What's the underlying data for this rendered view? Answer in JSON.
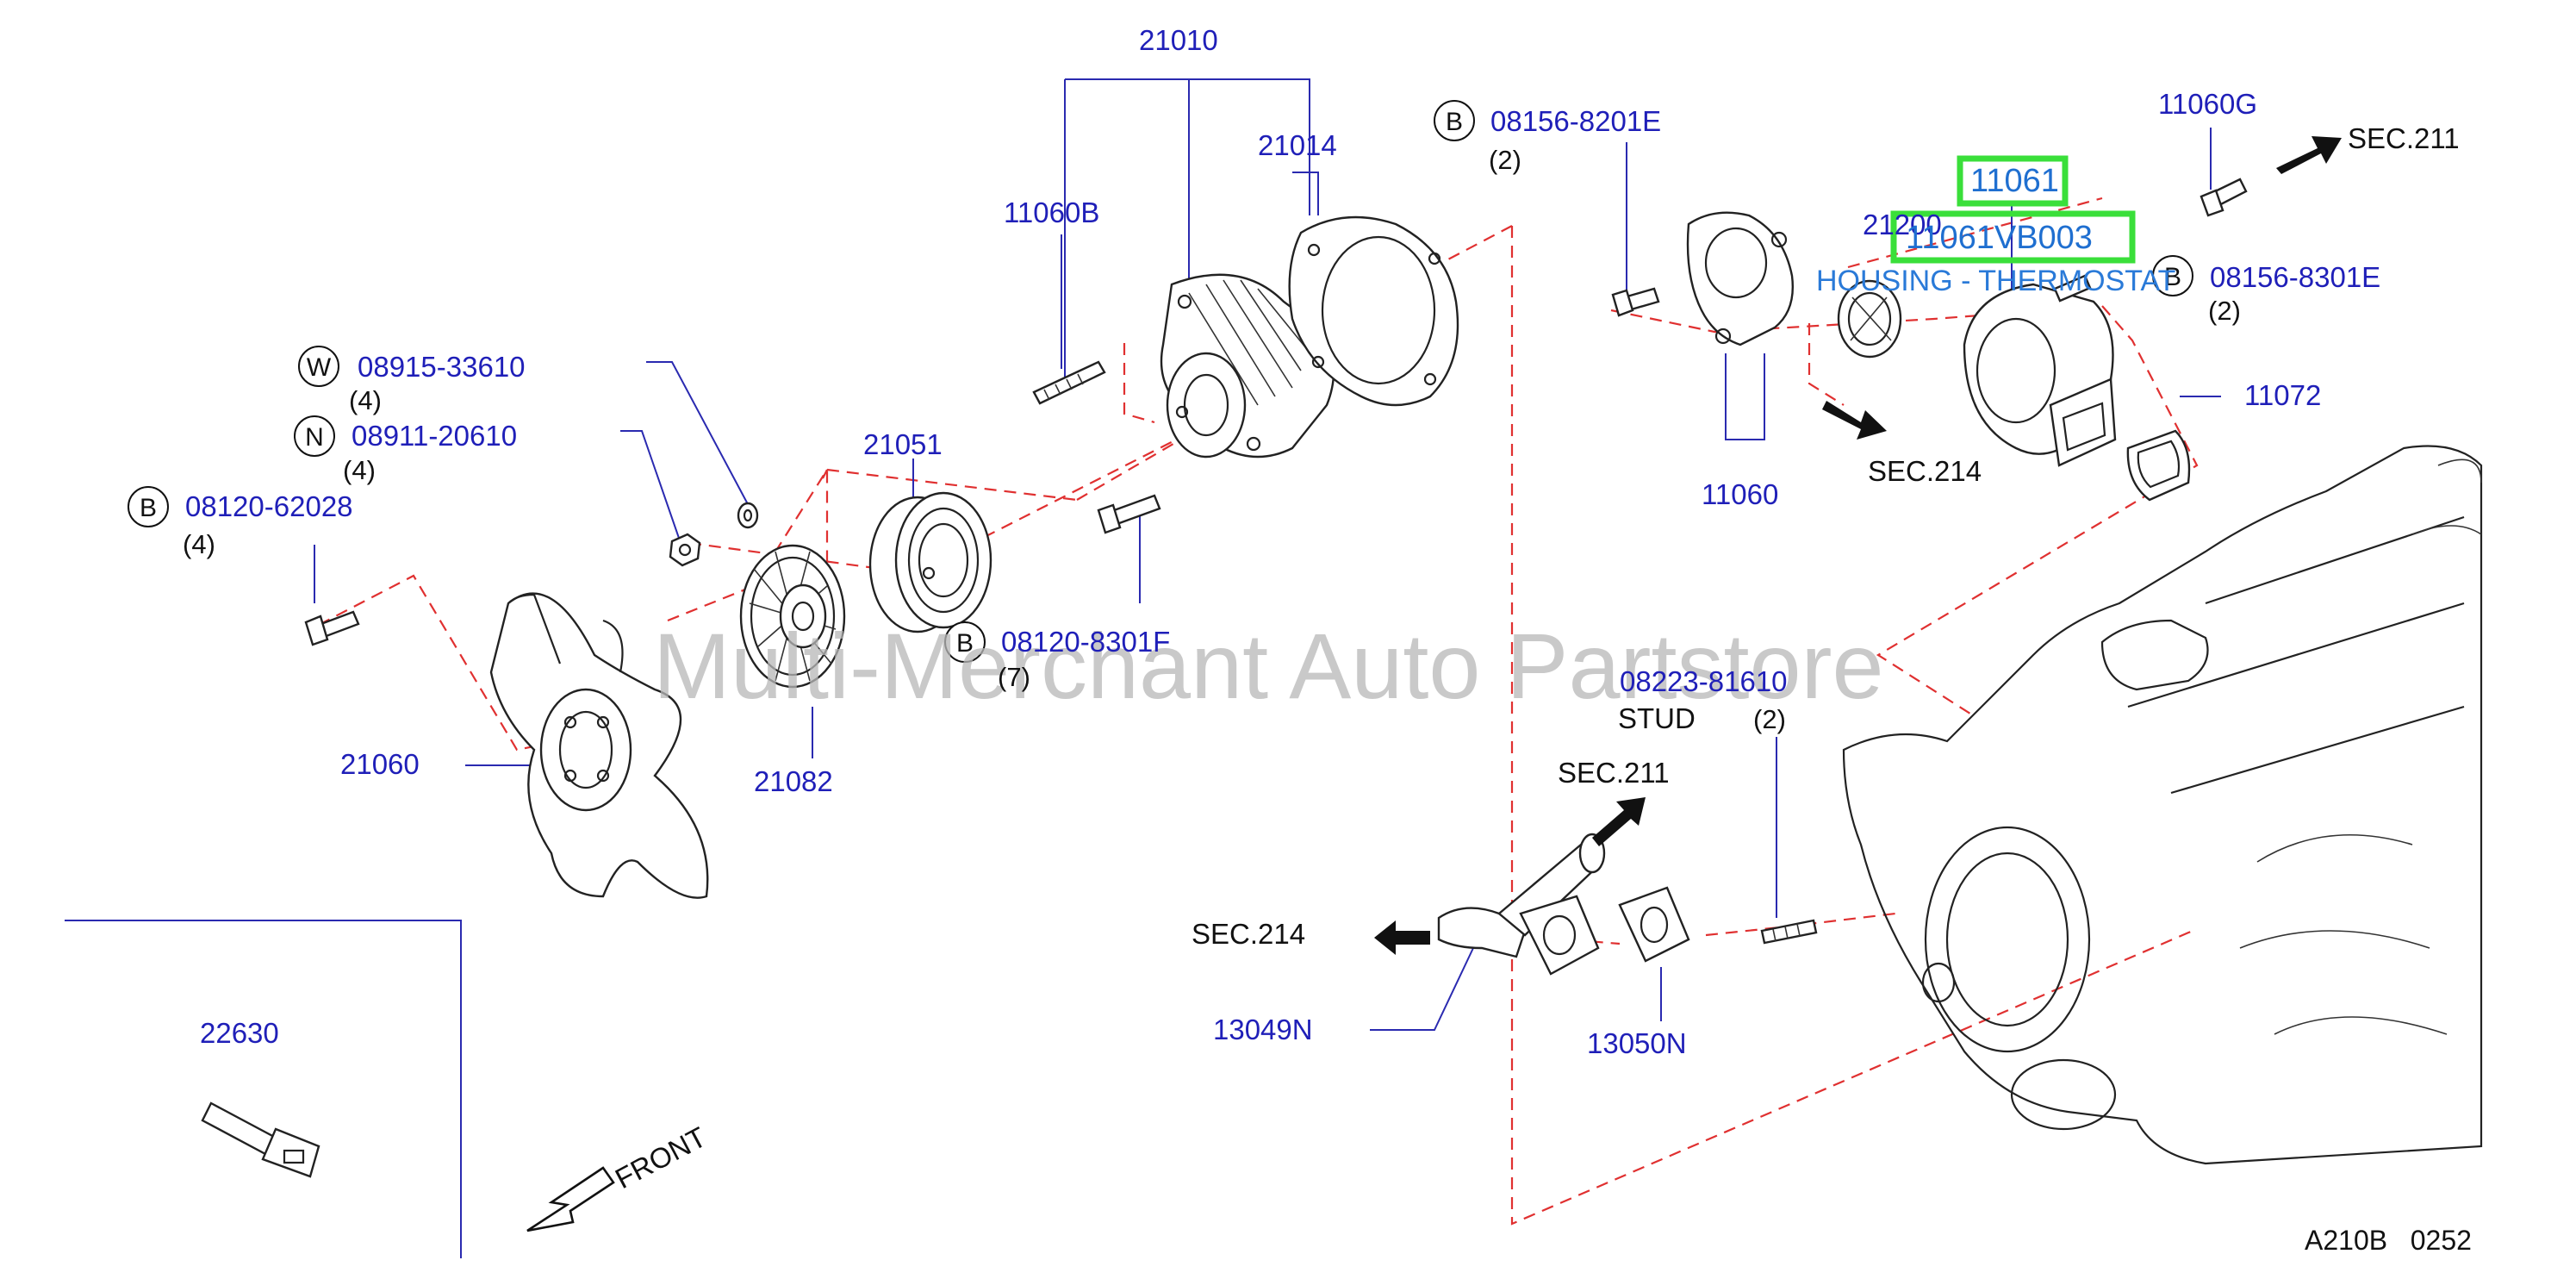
{
  "diagram": {
    "labels": {
      "p21010": "21010",
      "p21014": "21014",
      "p11060B": "11060B",
      "p08156_8201E": "08156-8201E",
      "q08156_8201E": "(2)",
      "p11060G": "11060G",
      "sec211_top": "SEC.211",
      "p11061": "11061",
      "p11061VB003": "11061VB003",
      "p21200": "21200",
      "housing_title": "HOUSING - THERMOSTAT",
      "p08156_8301E": "08156-8301E",
      "q08156_8301E": "(2)",
      "p11072": "11072",
      "p11060": "11060",
      "sec214_right": "SEC.214",
      "p08915_33610": "08915-33610",
      "q08915_33610": "(4)",
      "p08911_20610": "08911-20610",
      "q08911_20610": "(4)",
      "p08120_62028": "08120-62028",
      "q08120_62028": "(4)",
      "p21051": "21051",
      "p08120_8301F": "08120-8301F",
      "q08120_8301F": "(7)",
      "p08223_81610": "08223-81610",
      "stud": "STUD",
      "q08223_81610": "(2)",
      "p21060": "21060",
      "p21082": "21082",
      "sec211_mid": "SEC.211",
      "sec214_left": "SEC.214",
      "p13049N": "13049N",
      "p13050N": "13050N",
      "p22630": "22630",
      "front": "FRONT",
      "code": "A210B   0252",
      "watermark": "Multi-Merchant Auto Partstore"
    },
    "circles": {
      "c_b1": "B",
      "c_w": "W",
      "c_n": "N",
      "c_b2": "B",
      "c_b3": "B",
      "c_b4": "B"
    },
    "colors": {
      "part_number": "#1f1fb8",
      "leader": "#2a2ab0",
      "dashed_path": "#e03030",
      "highlight_box": "#3adf3a",
      "highlight_text": "#1f6fd0",
      "watermark": "#b8b8b8"
    }
  }
}
